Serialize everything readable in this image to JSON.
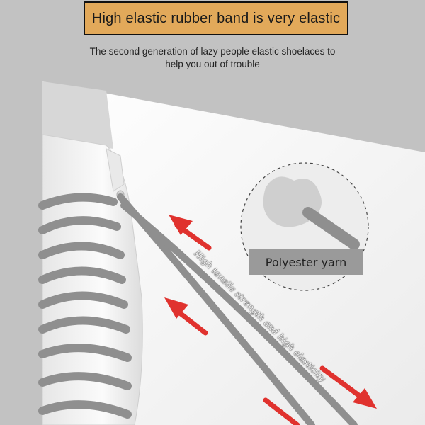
{
  "banner": {
    "title": "High elastic rubber band is very elastic",
    "color": "#e2a95a"
  },
  "subtitle": {
    "line1": "The second generation of lazy people elastic shoelaces to",
    "line2": "help you out of trouble"
  },
  "callout": {
    "label": "Polyester yarn"
  },
  "annotation": {
    "text": "High tensile strength and high elasticity",
    "arrow_color": "#e0322e"
  },
  "colors": {
    "background": "#c2c2c2",
    "lace": "#8f8f8f",
    "shoe": "#f2f2f2"
  }
}
